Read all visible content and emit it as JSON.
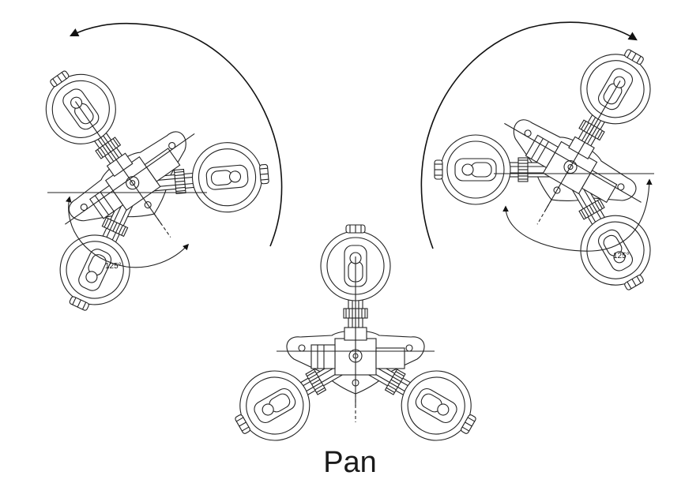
{
  "figure": {
    "caption": "Pan",
    "angle_left": "125°",
    "angle_right": "125°",
    "line_color": "#222222",
    "background": "#ffffff",
    "views": [
      {
        "id": "left",
        "rotation_deg": -35,
        "direction": "counter-clockwise"
      },
      {
        "id": "center",
        "rotation_deg": 0
      },
      {
        "id": "right",
        "rotation_deg": 30,
        "direction": "clockwise"
      }
    ]
  }
}
